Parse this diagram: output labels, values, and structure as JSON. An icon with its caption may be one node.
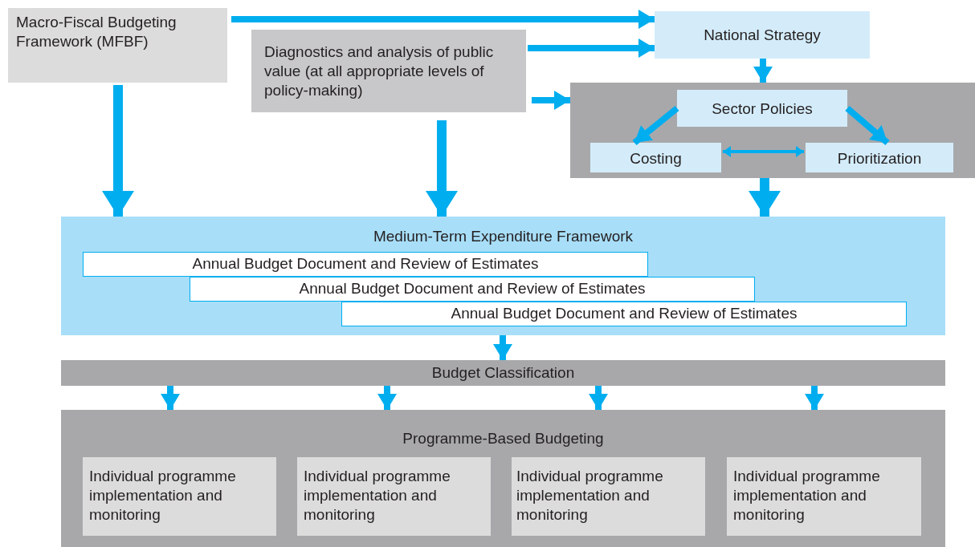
{
  "diagram": {
    "nodes": [
      {
        "text": [
          "Macro-Fiscal Budgeting Framework (MFBF)"
        ]
      },
      {
        "text": [
          "Diagnostics and analysis of public value (at all appropriate levels of policy-making)"
        ]
      },
      {
        "text": [
          "National Strategy"
        ]
      },
      {
        "text": [],
        "shape": "box"
      },
      {
        "text": [
          "Sector Policies"
        ],
        "in": 3
      },
      {
        "text": [
          "Costing"
        ],
        "in": 3
      },
      {
        "text": [
          "Prioritization"
        ],
        "in": 3
      },
      {
        "text": [
          "Medium-Term Expenditure Framework"
        ]
      },
      {
        "text": [
          "Annual Budget Document and Review of Estimates"
        ],
        "in": 7
      },
      {
        "text": [
          "Annual Budget Document and Review of Estimates"
        ],
        "in": 7
      },
      {
        "text": [
          "Annual Budget Document and Review of Estimates"
        ],
        "in": 7
      },
      {
        "text": [
          "Budget Classification"
        ]
      },
      {
        "text": [
          "Programme-Based Budgeting"
        ]
      },
      {
        "text": [
          "Individual programme implementation and monitoring"
        ],
        "in": 12
      },
      {
        "text": [
          "Individual programme implementation and monitoring"
        ],
        "in": 12
      },
      {
        "text": [
          "Individual programme implementation and monitoring"
        ],
        "in": 12
      },
      {
        "text": [
          "Individual programme implementation and monitoring"
        ],
        "in": 12
      }
    ],
    "edges": [
      {
        "from": 0,
        "to": 2,
        "arrow": "to"
      },
      {
        "from": 1,
        "to": 2,
        "arrow": "to"
      },
      {
        "from": 1,
        "to": 3,
        "arrow": "to"
      },
      {
        "from": 2,
        "to": 3,
        "arrow": "to"
      },
      {
        "from": 4,
        "to": 5,
        "arrow": "to"
      },
      {
        "from": 4,
        "to": 6,
        "arrow": "to"
      },
      {
        "from": 5,
        "to": 6,
        "arrow": "both"
      },
      {
        "from": 3,
        "to": 7,
        "arrow": "to"
      },
      {
        "from": 0,
        "to": 7,
        "arrow": "to"
      },
      {
        "from": 1,
        "to": 7,
        "arrow": "to"
      },
      {
        "from": 7,
        "to": 11,
        "arrow": "to"
      },
      {
        "from": 11,
        "to": 12,
        "arrow": "to"
      },
      {
        "from": 11,
        "to": 12,
        "arrow": "to"
      },
      {
        "from": 11,
        "to": 12,
        "arrow": "to"
      },
      {
        "from": 11,
        "to": 12,
        "arrow": "to"
      }
    ]
  }
}
